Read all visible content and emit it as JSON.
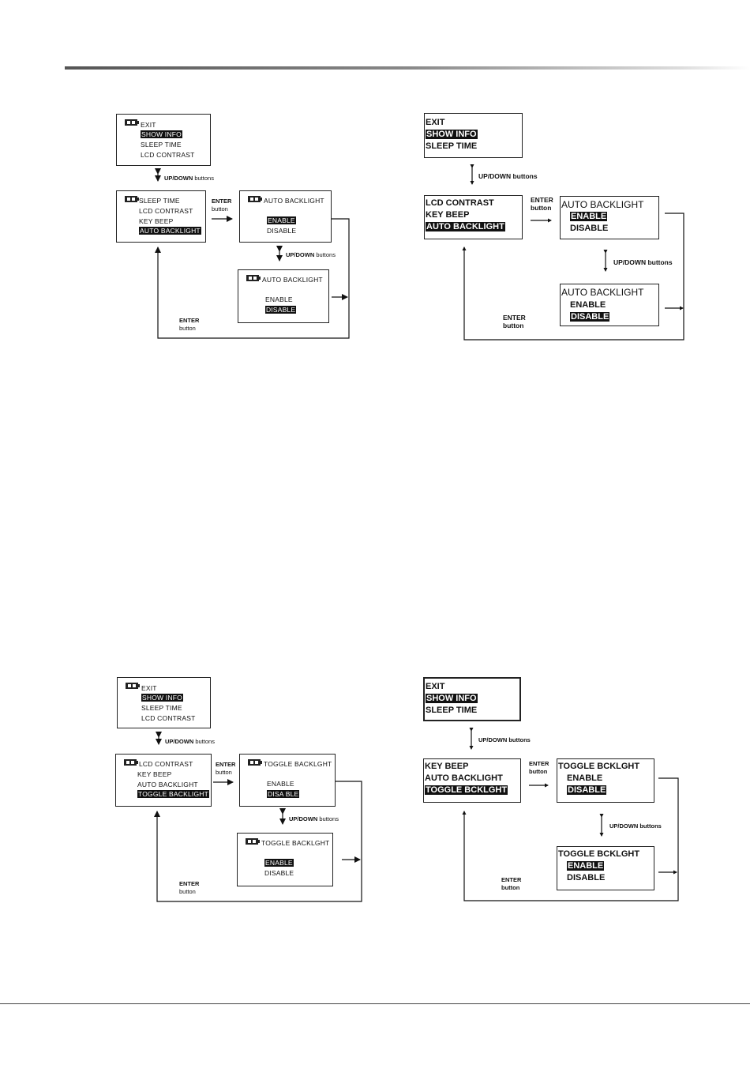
{
  "texts": {
    "exit": "EXIT",
    "show_info": "SHOW INFO",
    "sleep_time": "SLEEP TIME",
    "lcd_contrast": "LCD CONTRAST",
    "key_beep": "KEY BEEP",
    "auto_backlight": "AUTO BACKLIGHT",
    "enable": "ENABLE",
    "disable": "DISABLE",
    "toggle_backlight_a": "TOGGLE BACKLGHT",
    "toggle_backlight_b": "TOGGLE BACKLIGHT",
    "toggle_bcklght": "TOGGLE BCKLGHT",
    "disable_alt": "DISA BLE",
    "up_down": "UP/DOWN",
    "buttons": "buttons",
    "up_down_buttons": "UP/DOWN buttons",
    "enter": "ENTER",
    "button": "button"
  },
  "colors": {
    "ink": "#111111",
    "highlight_bg": "#111111",
    "highlight_fg": "#ffffff"
  }
}
